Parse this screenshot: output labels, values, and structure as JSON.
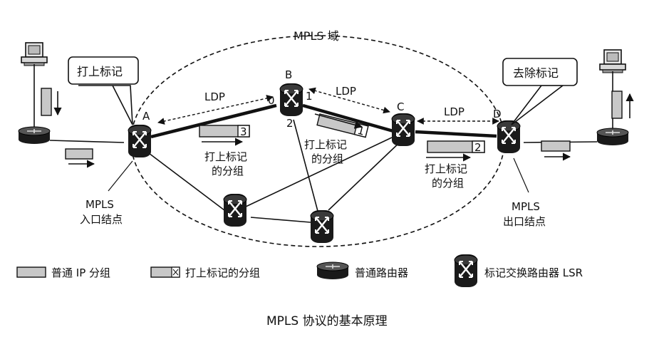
{
  "domain_label": "MPLS 域",
  "caption": "MPLS 协议的基本原理",
  "callouts": {
    "ingress": "打上标记",
    "egress": "去除标记"
  },
  "nodes": {
    "A": "A",
    "B": "B",
    "C": "C",
    "D": "D"
  },
  "ports": {
    "b0": "0",
    "b1": "1",
    "b2": "2"
  },
  "ldp": {
    "ab": "LDP",
    "bc": "LDP",
    "cd": "LDP"
  },
  "labels": {
    "l1": "1",
    "l2": "2",
    "l3": "3"
  },
  "tagged_packet_text": {
    "line1": "打上标记",
    "line2": "的分组"
  },
  "ingress_node": {
    "line1": "MPLS",
    "line2": "入口结点"
  },
  "egress_node": {
    "line1": "MPLS",
    "line2": "出口结点"
  },
  "legend": {
    "ip_packet": "普通 IP 分组",
    "tagged_packet": "打上标记的分组",
    "router": "普通路由器",
    "lsr": "标记交换路由器 LSR"
  },
  "colors": {
    "packet_fill": "#c8c8c8",
    "device": "#1a1a1a",
    "line": "#111111"
  }
}
